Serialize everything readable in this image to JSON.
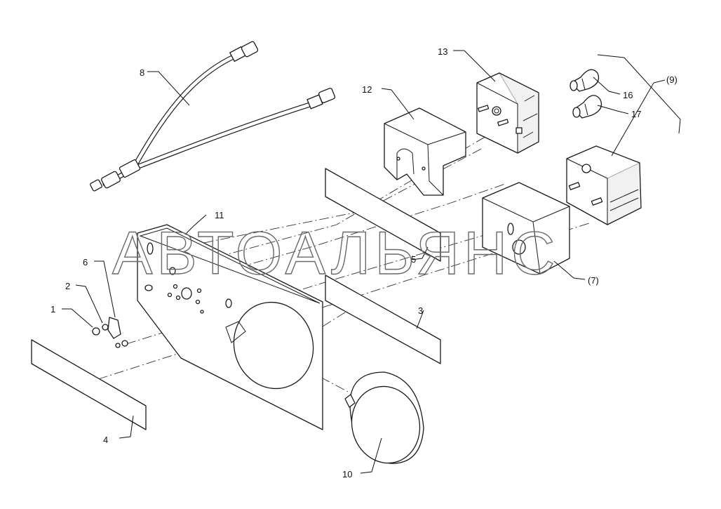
{
  "watermark": "АВТОАЛЬЯНС",
  "callouts": {
    "c1": "1",
    "c2": "2",
    "c3": "3",
    "c4": "4",
    "c5": "5",
    "c6": "6",
    "c7": "(7)",
    "c8": "8",
    "c9": "(9)",
    "c10": "10",
    "c11": "11",
    "c12": "12",
    "c13": "13",
    "c16": "16",
    "c17": "17"
  }
}
